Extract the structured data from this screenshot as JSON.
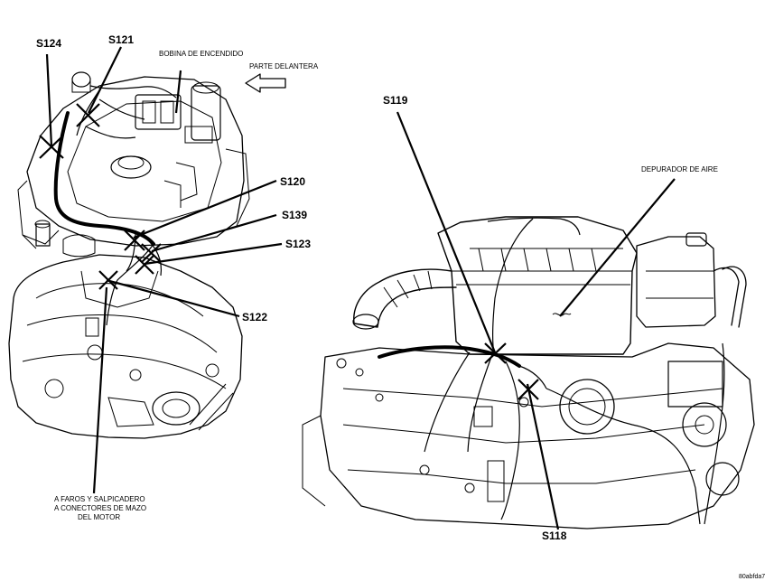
{
  "left_view": {
    "callouts": {
      "s124": "S124",
      "s121": "S121",
      "s120": "S120",
      "s139": "S139",
      "s123": "S123",
      "s122": "S122"
    },
    "labels": {
      "ignition_coil": "BOBINA DE ENCENDIDO",
      "front": "PARTE DELANTERA",
      "harness_line1": "A FAROS Y SALPICADERO",
      "harness_line2": "A CONECTORES DE MAZO",
      "harness_line3": "DEL MOTOR"
    }
  },
  "right_view": {
    "callouts": {
      "s119": "S119",
      "s118": "S118"
    },
    "labels": {
      "air_cleaner": "DEPURADOR DE AIRE"
    }
  },
  "figure_id": "80abfda7"
}
